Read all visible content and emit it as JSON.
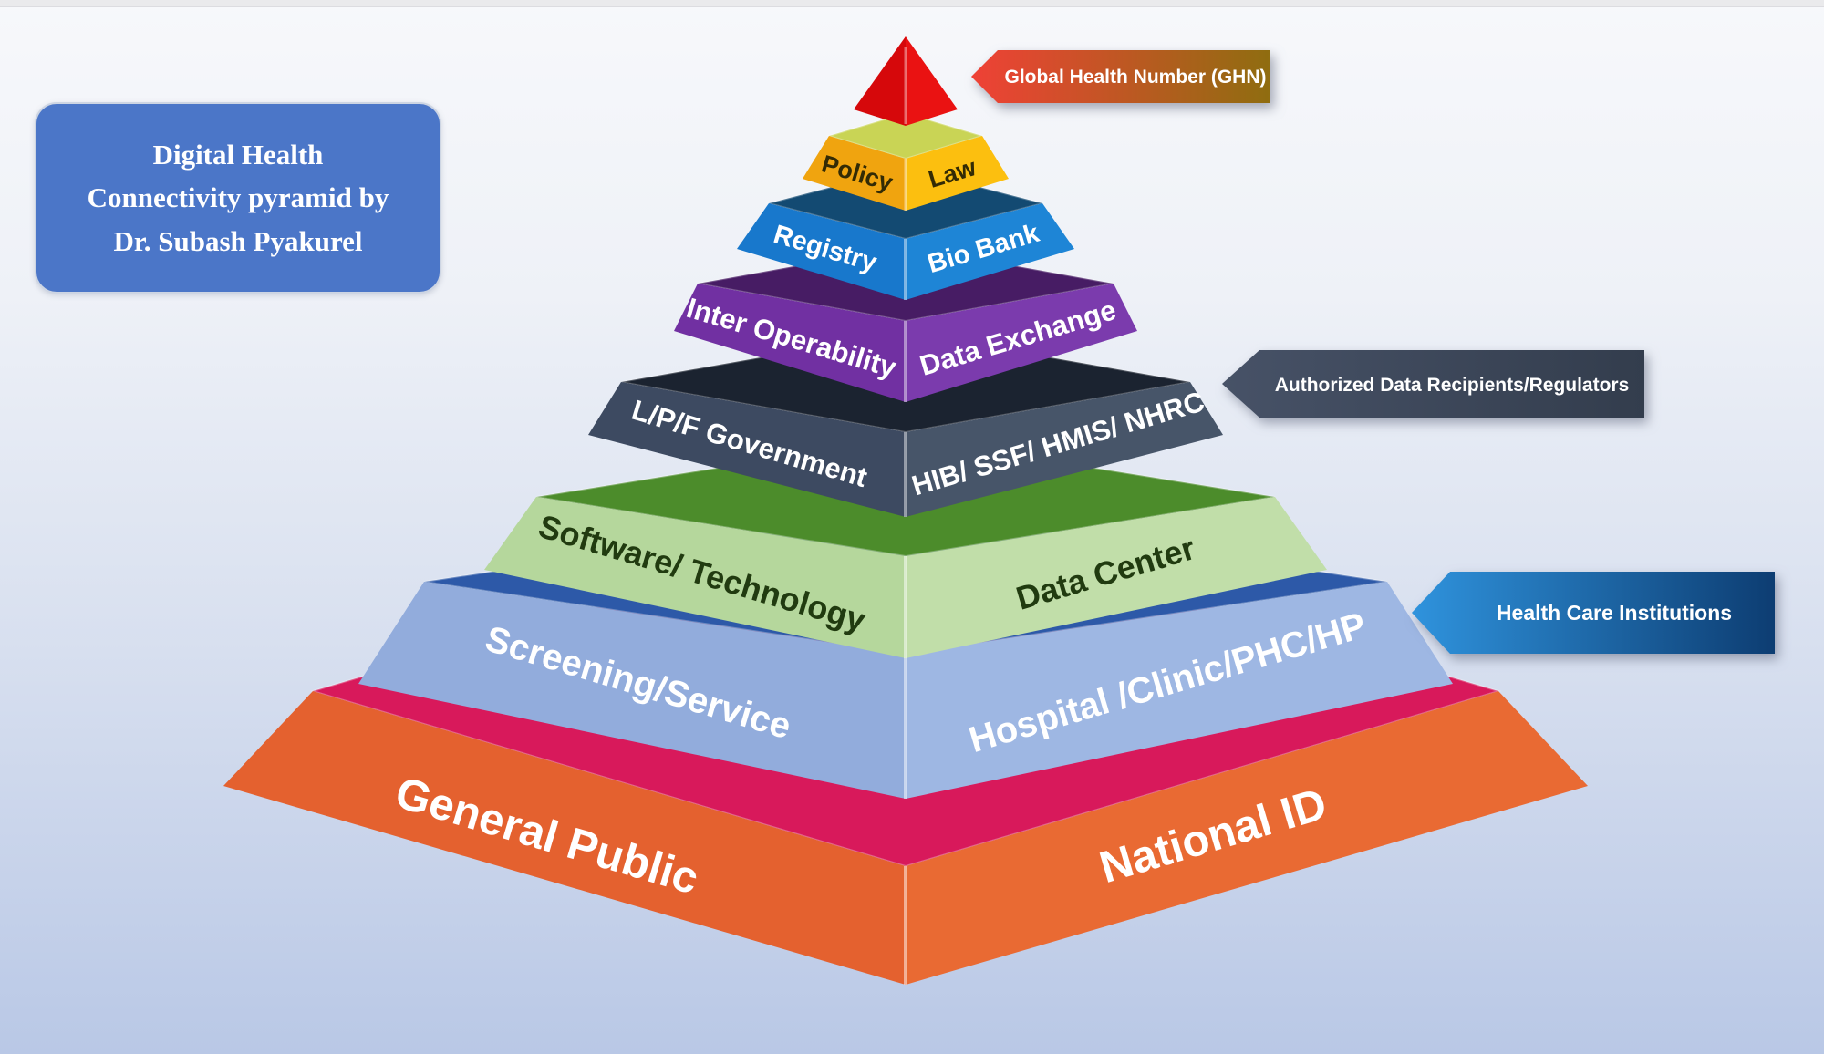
{
  "slide": {
    "background_top": "#f7f8fb",
    "background_bottom": "#b9c8e6"
  },
  "title_box": {
    "lines": [
      "Digital Health",
      "Connectivity pyramid by",
      "Dr. Subash Pyakurel"
    ],
    "background": "#4b76c8",
    "border_color": "#cdd5e3",
    "text_color": "#ffffff"
  },
  "pyramid": {
    "layers": [
      {
        "name": "apex",
        "left_label": "",
        "right_label": "",
        "faces": {
          "top": "#e41414",
          "left": "#d6080b",
          "right": "#ea1212"
        },
        "text_color": "#ffffff"
      },
      {
        "name": "policy-law",
        "left_label": "Policy",
        "right_label": "Law",
        "faces": {
          "top": "#c9d455",
          "left": "#f0a40f",
          "right": "#fcbf0f"
        },
        "text_color": "#332b05"
      },
      {
        "name": "registry-biobank",
        "left_label": "Registry",
        "right_label": "Bio Bank",
        "faces": {
          "top": "#134a72",
          "left": "#1878cc",
          "right": "#1e85d6"
        },
        "text_color": "#ffffff"
      },
      {
        "name": "interoperability-dataexchange",
        "left_label": "Inter Operability",
        "right_label": "Data Exchange",
        "faces": {
          "top": "#471c64",
          "left": "#7130a2",
          "right": "#7b3bad"
        },
        "text_color": "#ffffff"
      },
      {
        "name": "government-hib",
        "left_label": "L/P/F Government",
        "right_label": "HIB/ SSF/ HMIS/ NHRC",
        "faces": {
          "top": "#1b2330",
          "left": "#3d4a61",
          "right": "#475569"
        },
        "text_color": "#ffffff"
      },
      {
        "name": "software-datacenter",
        "left_label": "Software/ Technology",
        "right_label": "Data Center",
        "faces": {
          "top": "#4c8c2b",
          "left": "#b5d79c",
          "right": "#c1dea9"
        },
        "text_color": "#213b10"
      },
      {
        "name": "screening-hospital",
        "left_label": "Screening/Service",
        "right_label": "Hospital /Clinic/PHC/HP",
        "faces": {
          "top": "#2d59a8",
          "left": "#92acdc",
          "right": "#9eb7e3"
        },
        "text_color": "#ffffff"
      },
      {
        "name": "public-nationalid",
        "left_label": "General Public",
        "right_label": "National ID",
        "faces": {
          "top": "#d8195b",
          "left": "#e4612f",
          "right": "#e96a33"
        },
        "text_color": "#ffffff"
      }
    ]
  },
  "callouts": [
    {
      "label": "Global Health Number (GHN)",
      "color_start": "#ef4136",
      "color_end": "#8f6d10",
      "text_color": "#ffffff"
    },
    {
      "label": "Authorized Data Recipients/Regulators",
      "color_start": "#475267",
      "color_end": "#333d4d",
      "text_color": "#ffffff"
    },
    {
      "label": "Health Care Institutions",
      "color_start": "#2f93dd",
      "color_end": "#0d3d72",
      "text_color": "#ffffff"
    }
  ]
}
